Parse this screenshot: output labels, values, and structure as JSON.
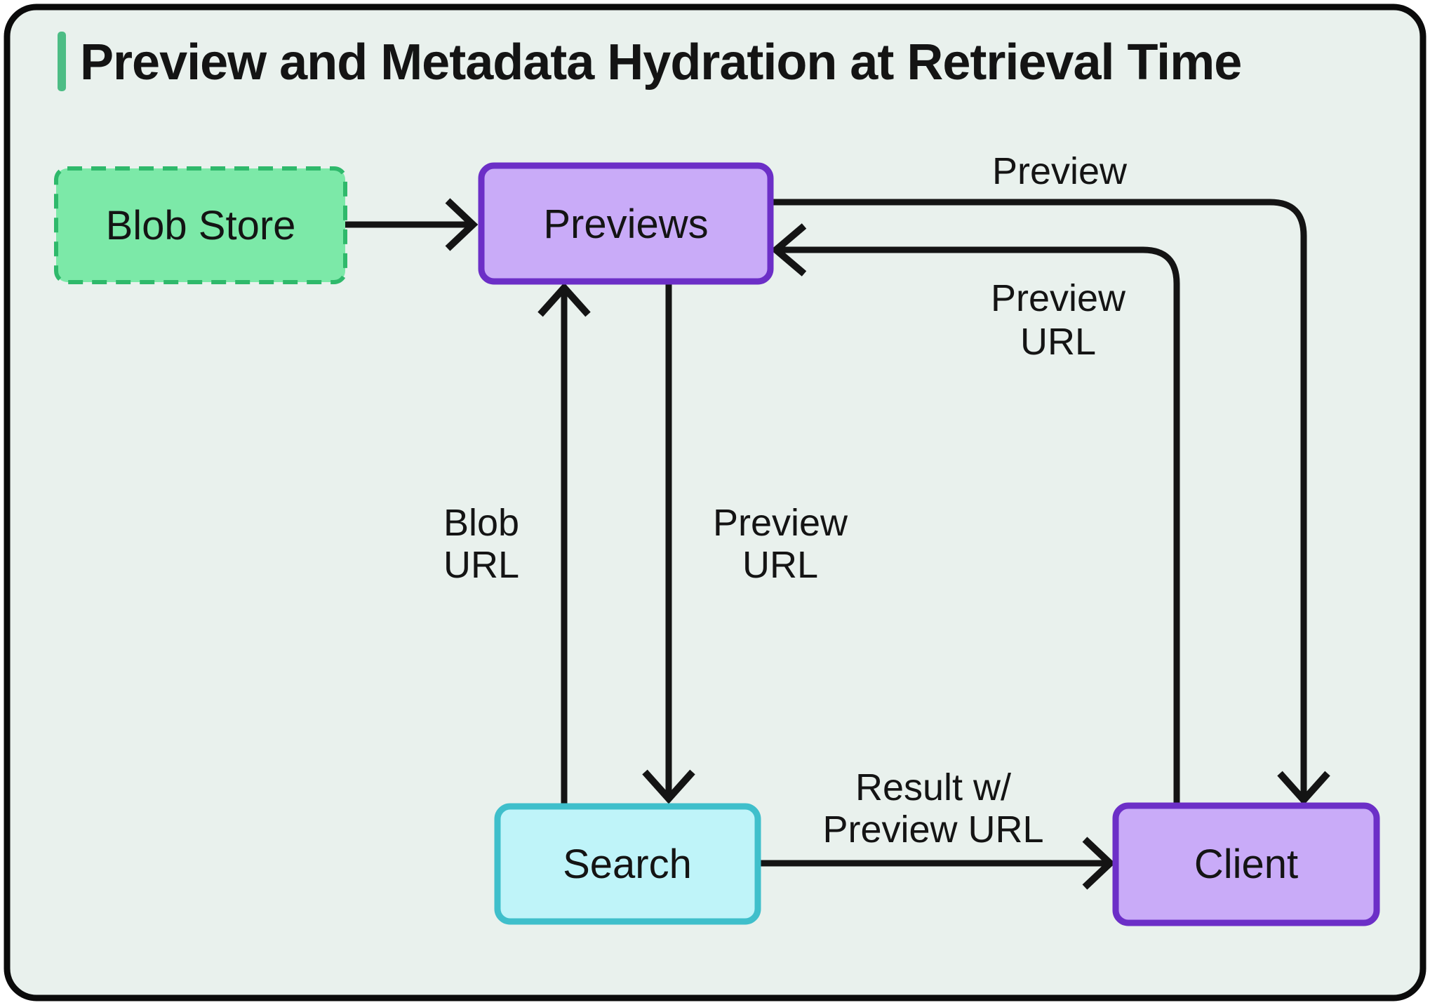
{
  "title": "Preview and Metadata Hydration at Retrieval Time",
  "diagram_type": "flowchart",
  "colors": {
    "page_bg": "#ffffff",
    "canvas_bg": "#e9f1ed",
    "canvas_border": "#0b0b0b",
    "accent_green": "#4dbd85",
    "blob_fill": "#7ce9a8",
    "blob_border": "#2fb96b",
    "purple_fill": "#c9abf8",
    "purple_border": "#6c2fc7",
    "cyan_fill": "#bff4f9",
    "cyan_border": "#3fbfcb",
    "edge": "#141414",
    "text": "#141414"
  },
  "nodes": {
    "blob_store": {
      "label": "Blob Store"
    },
    "previews": {
      "label": "Previews"
    },
    "search": {
      "label": "Search"
    },
    "client": {
      "label": "Client"
    }
  },
  "edges": {
    "blob_to_previews": {
      "from": "Blob Store",
      "to": "Previews",
      "label": ""
    },
    "previews_to_client": {
      "from": "Previews",
      "to": "Client",
      "label": "Preview"
    },
    "client_to_previews": {
      "from": "Client",
      "to": "Previews",
      "label_line1": "Preview",
      "label_line2": "URL"
    },
    "search_to_previews": {
      "from": "Search",
      "to": "Previews",
      "label_line1": "Blob",
      "label_line2": "URL"
    },
    "previews_to_search": {
      "from": "Previews",
      "to": "Search",
      "label_line1": "Preview",
      "label_line2": "URL"
    },
    "search_to_client": {
      "from": "Search",
      "to": "Client",
      "label_line1": "Result w/",
      "label_line2": "Preview URL"
    }
  }
}
